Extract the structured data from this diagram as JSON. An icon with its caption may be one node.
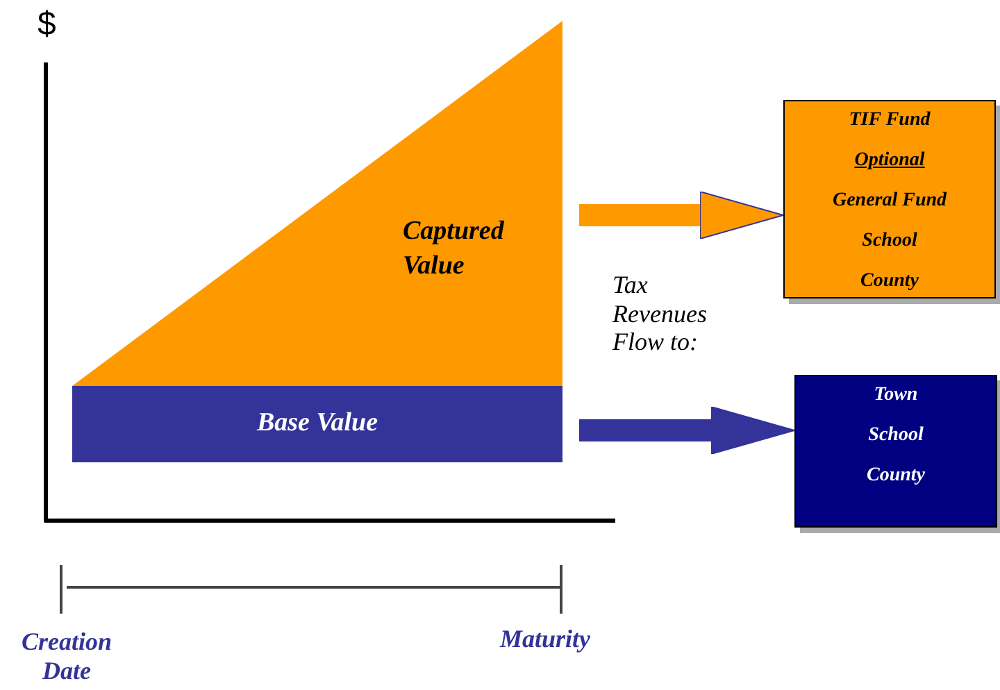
{
  "diagram": {
    "nodes": [
      {
        "text": [
          "Captured Value"
        ]
      },
      {
        "text": [
          "Base Value"
        ]
      },
      {
        "text": [
          "TIF Fund",
          "Optional",
          "General Fund",
          "School",
          "County"
        ]
      },
      {
        "text": [
          "Town",
          "School",
          "County"
        ]
      }
    ],
    "edges": [
      {
        "from": 0,
        "to": 2,
        "arrow": "to",
        "color": "#ff9900"
      },
      {
        "from": 1,
        "to": 3,
        "arrow": "to",
        "color": "#333399"
      }
    ],
    "labels": [
      "$",
      "Tax Revenues Flow to:",
      "Creation Date",
      "Maturity"
    ]
  }
}
